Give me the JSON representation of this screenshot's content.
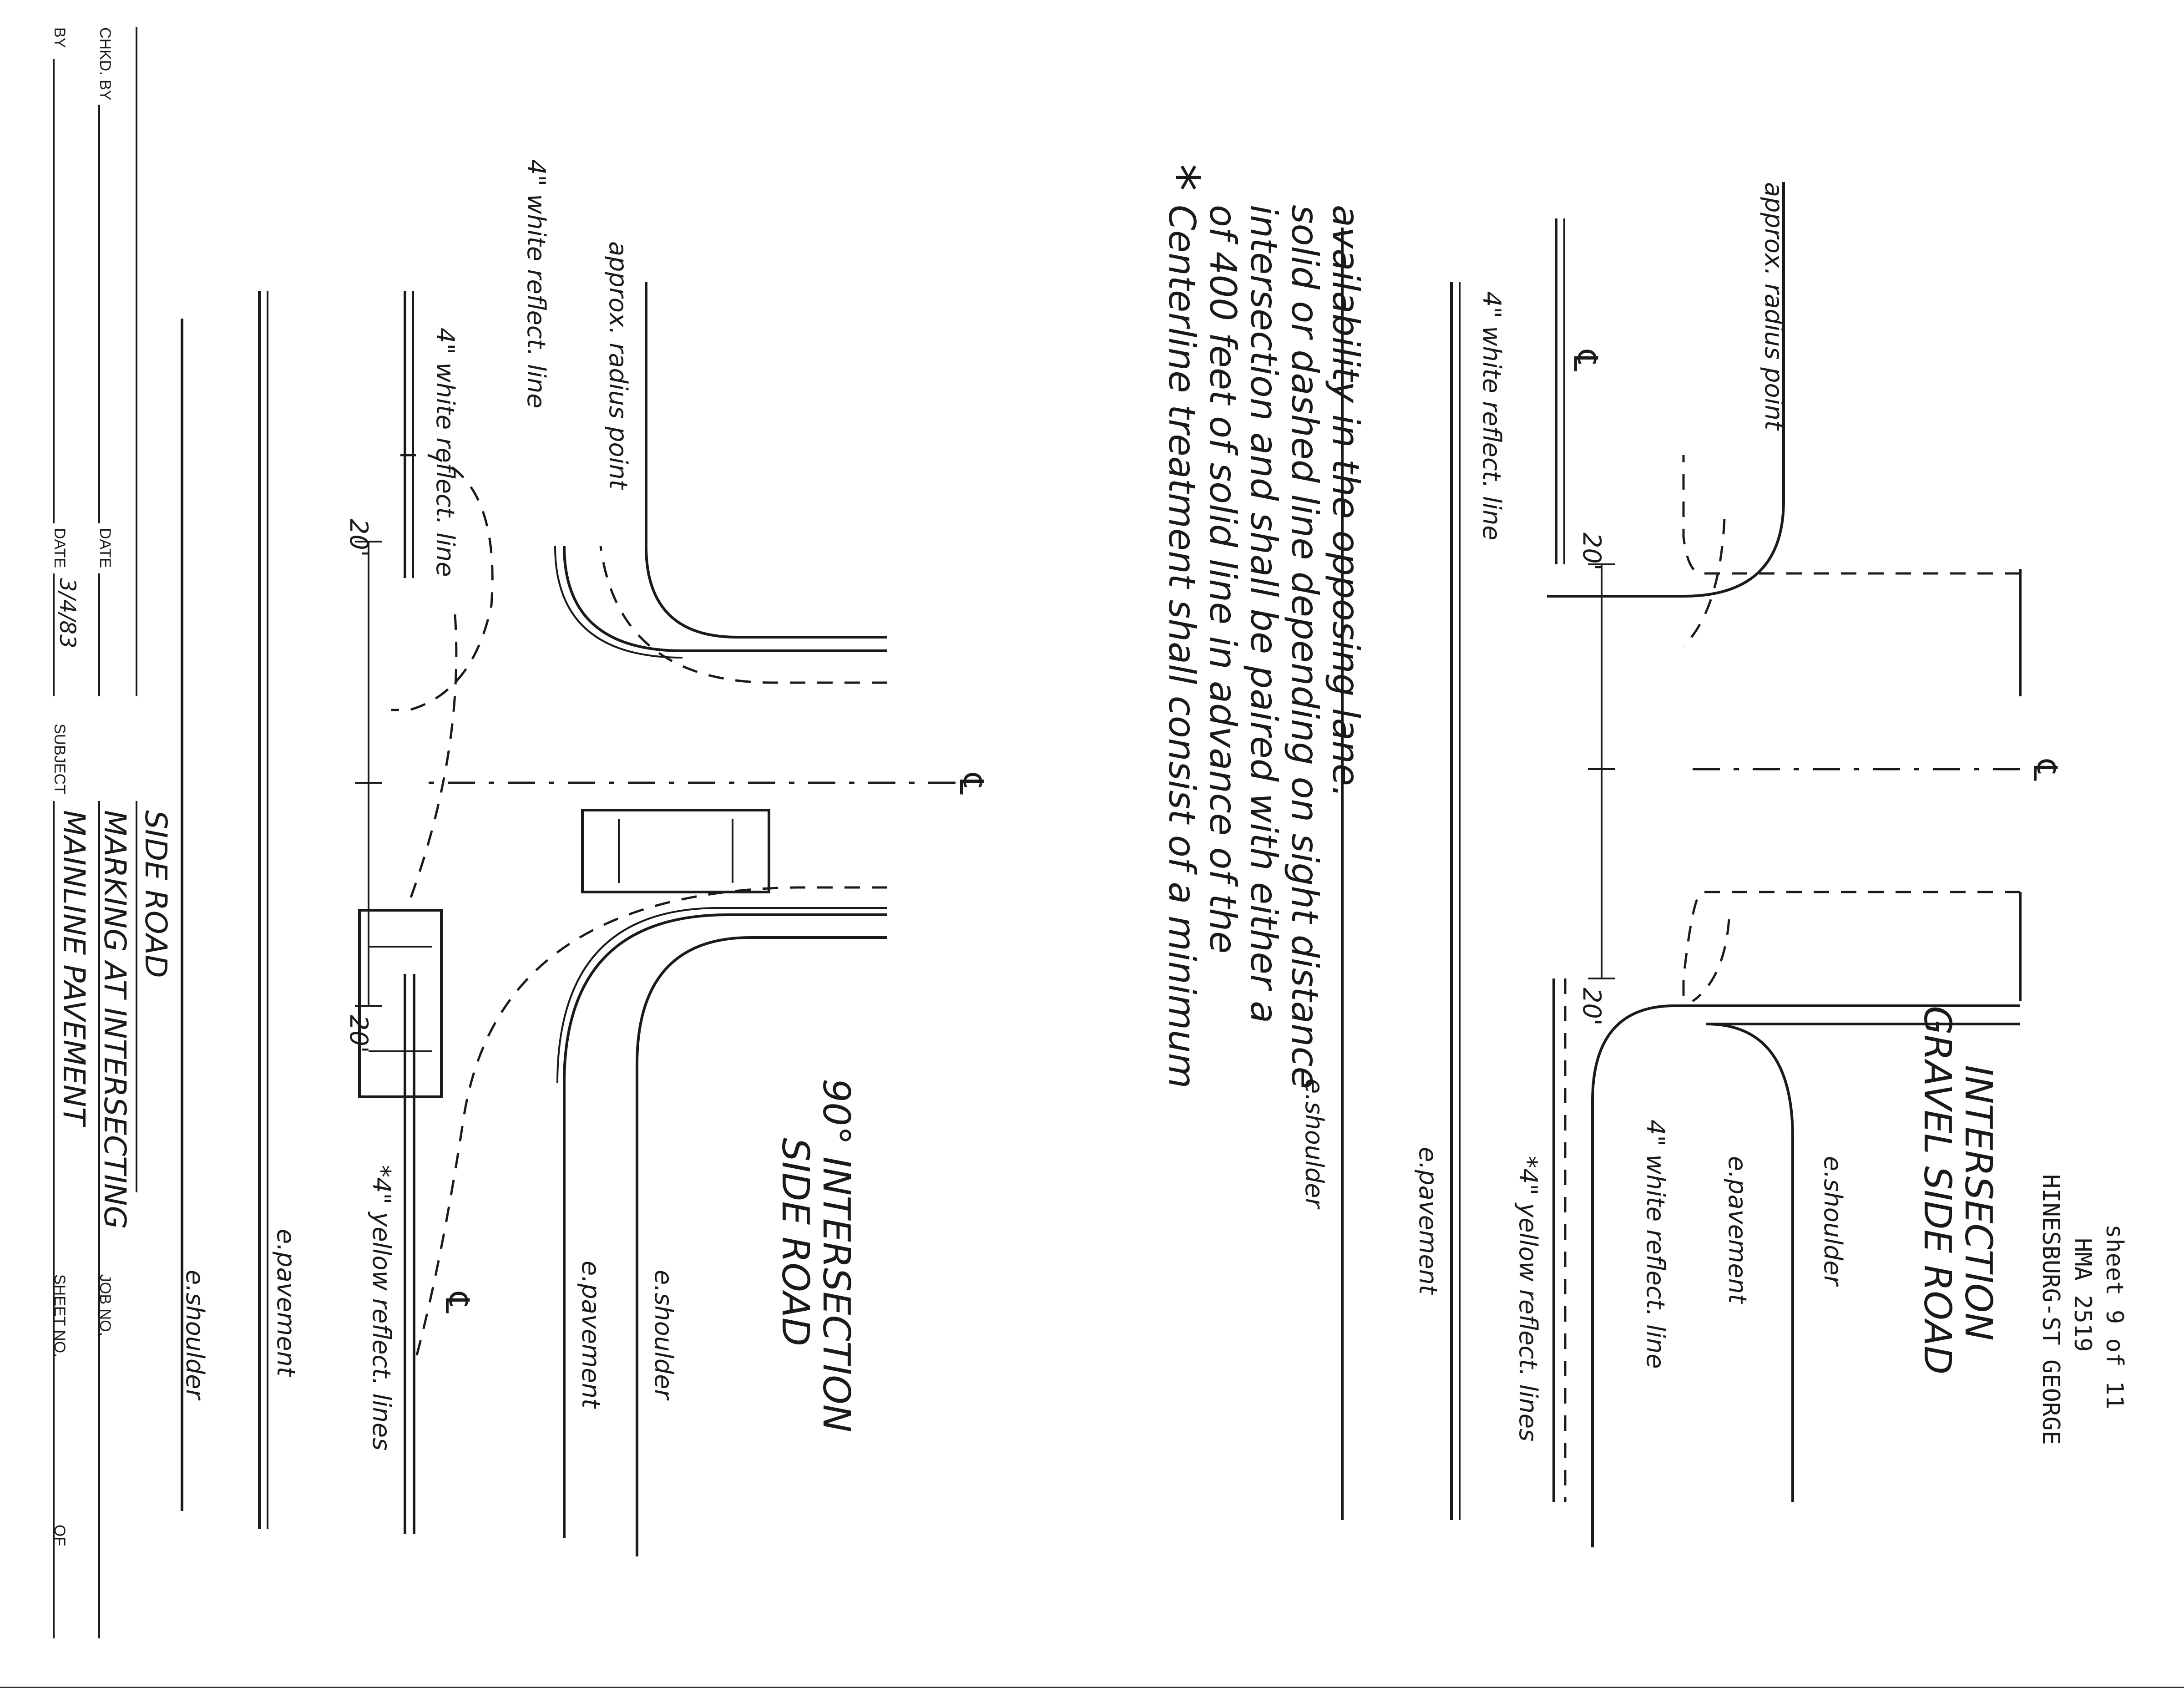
{
  "header": {
    "by_label": "BY",
    "date_label": "DATE",
    "date_value": "3/4/83",
    "chkd_by_label": "CHKD. BY",
    "chkd_date_label": "DATE",
    "subject_label": "SUBJECT",
    "subject_line1": "MAINLINE PAVEMENT",
    "subject_line2": "MARKING AT INTERSECTING",
    "subject_line3": "SIDE ROAD",
    "sheet_no_label": "SHEET NO.",
    "of_label": "OF",
    "job_no_label": "JOB NO."
  },
  "top_diagram": {
    "e_shoulder": "e.shoulder",
    "e_pavement": "e.pavement",
    "white_line_left": "4\" white reflect. line",
    "white_line_upper": "4\" white reflect. line",
    "approx_radius": "approx. radius point",
    "dim_left": "20'",
    "dim_right": "20'",
    "yellow_lines": "*4\" yellow reflect. lines",
    "cl_mark_lower": "℄",
    "cl_mark_side": "℄",
    "e_pavement_lower": "e.pavement",
    "e_shoulder_lower": "e.shoulder",
    "title_line1": "SIDE ROAD",
    "title_line2": "90° INTERSECTION"
  },
  "note": {
    "star": "*",
    "line1": "Centerline treatment shall consist of a minimum",
    "line2": "of 400 feet of solid line in advance of the",
    "line3": "intersection and shall be paired with either a",
    "line4": "solid or dashed line depending on sight distance",
    "line5": "availability in the opposing lane."
  },
  "bottom_diagram": {
    "e_shoulder": "e.shoulder",
    "e_pavement": "e.pavement",
    "white_line_left": "4\" white reflect. line",
    "white_line_right": "4\" white reflect. line",
    "yellow_lines": "*4\" yellow reflect. lines",
    "approx_radius": "approx. radius point",
    "dim_left": "20'",
    "dim_right": "20'",
    "cl_mark_main": "℄",
    "cl_mark_side": "℄",
    "e_pavement_lower": "e.pavement",
    "e_shoulder_lower": "e.shoulder",
    "title_line1": "GRAVEL SIDE ROAD",
    "title_line2": "INTERSECTION"
  },
  "footer": {
    "line1": "HINESBURG-ST GEORGE",
    "line2": "HMA 2519",
    "line3": "sheet 9 of 11"
  }
}
